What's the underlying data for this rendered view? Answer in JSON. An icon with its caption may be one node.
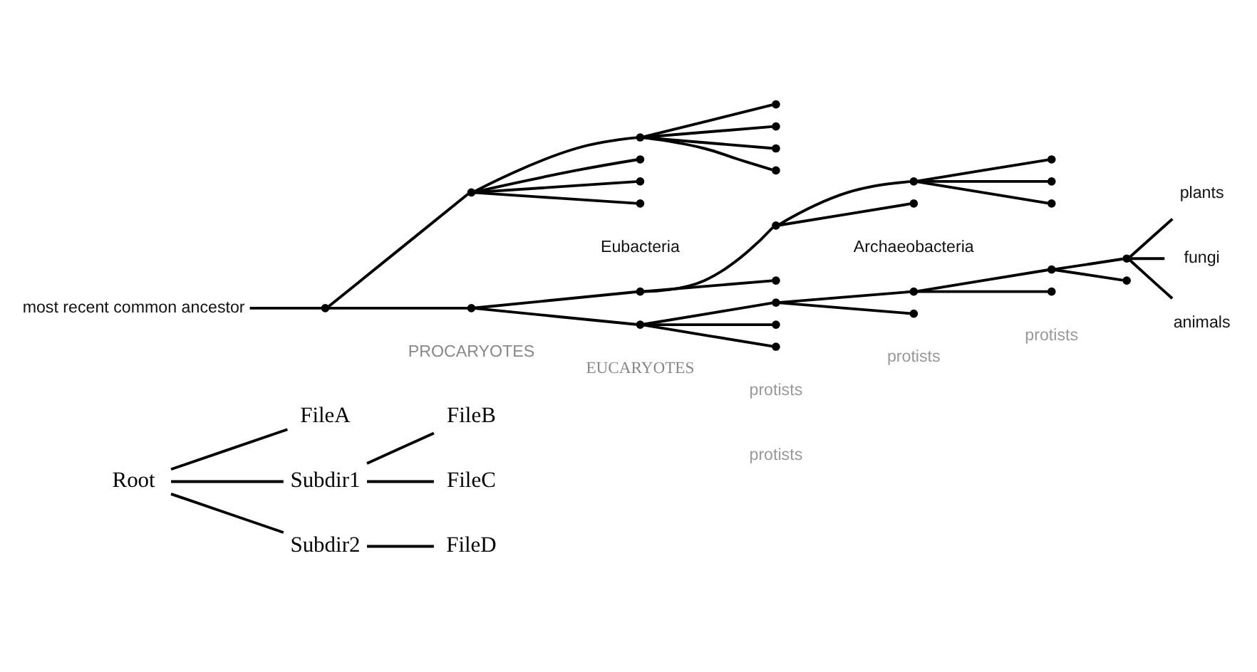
{
  "diagram": {
    "nodes": [
      {
        "text": [
          "Root"
        ]
      },
      {
        "text": [
          "FileA"
        ]
      },
      {
        "text": [
          "Subdir1"
        ]
      },
      {
        "text": [
          "FileB"
        ]
      },
      {
        "text": [
          "FileC"
        ]
      },
      {
        "text": [
          "Subdir2"
        ]
      },
      {
        "text": [
          "FileD"
        ]
      },
      {
        "text": [
          "plants"
        ]
      },
      {
        "text": [
          "fungi"
        ]
      },
      {
        "text": [
          "animals"
        ]
      },
      {
        "text": [
          "most recent common ancestor"
        ]
      },
      {
        "text": [],
        "shape": "point"
      },
      {
        "text": [],
        "shape": "point"
      },
      {
        "text": [],
        "shape": "point"
      },
      {
        "text": [],
        "shape": "point"
      },
      {
        "text": [],
        "shape": "point"
      },
      {
        "text": [],
        "shape": "point"
      },
      {
        "text": [],
        "shape": "point"
      },
      {
        "text": [],
        "shape": "point"
      },
      {
        "text": [],
        "shape": "point"
      },
      {
        "text": [],
        "shape": "point"
      },
      {
        "text": [],
        "shape": "point"
      },
      {
        "text": [],
        "shape": "point"
      },
      {
        "text": [],
        "shape": "point"
      },
      {
        "text": [],
        "shape": "point"
      },
      {
        "text": [],
        "shape": "point"
      },
      {
        "text": [],
        "shape": "point"
      },
      {
        "text": [],
        "shape": "point"
      },
      {
        "text": [],
        "shape": "point"
      },
      {
        "text": [],
        "shape": "point"
      },
      {
        "text": [],
        "shape": "point"
      },
      {
        "text": [],
        "shape": "point"
      },
      {
        "text": [],
        "shape": "point"
      },
      {
        "text": [],
        "shape": "point"
      },
      {
        "text": [],
        "shape": "point"
      },
      {
        "text": [],
        "shape": "point"
      },
      {
        "text": [],
        "shape": "point"
      },
      {
        "text": [],
        "shape": "point"
      },
      {
        "text": [],
        "shape": "point"
      },
      {
        "text": [],
        "shape": "point"
      }
    ],
    "edges": [
      {
        "from": 0,
        "to": 1,
        "arrow": "none"
      },
      {
        "from": 0,
        "to": 2,
        "arrow": "none"
      },
      {
        "from": 2,
        "to": 3,
        "arrow": "none"
      },
      {
        "from": 2,
        "to": 4,
        "arrow": "none"
      },
      {
        "from": 0,
        "to": 5,
        "arrow": "none"
      },
      {
        "from": 5,
        "to": 6,
        "arrow": "none"
      },
      {
        "from": 10,
        "to": 11,
        "arrow": "none"
      },
      {
        "from": 11,
        "to": 12,
        "arrow": "none"
      },
      {
        "from": 12,
        "to": 13,
        "arrow": "none"
      },
      {
        "from": 12,
        "to": 23,
        "arrow": "none"
      },
      {
        "from": 12,
        "to": 24,
        "arrow": "none"
      },
      {
        "from": 13,
        "to": 25,
        "arrow": "none"
      },
      {
        "from": 13,
        "to": 26,
        "arrow": "none"
      },
      {
        "from": 13,
        "to": 27,
        "arrow": "none"
      },
      {
        "from": 13,
        "to": 28,
        "arrow": "none"
      },
      {
        "from": 11,
        "to": 14,
        "arrow": "none"
      },
      {
        "from": 14,
        "to": 18,
        "arrow": "none"
      },
      {
        "from": 14,
        "to": 15,
        "arrow": "none"
      },
      {
        "from": 15,
        "to": 29,
        "arrow": "none"
      },
      {
        "from": 15,
        "to": 16,
        "arrow": "none"
      },
      {
        "from": 16,
        "to": 30,
        "arrow": "none"
      },
      {
        "from": 16,
        "to": 17,
        "arrow": "none"
      },
      {
        "from": 17,
        "to": 31,
        "arrow": "none"
      },
      {
        "from": 17,
        "to": 32,
        "arrow": "none"
      },
      {
        "from": 17,
        "to": 33,
        "arrow": "none"
      },
      {
        "from": 18,
        "to": 34,
        "arrow": "none"
      },
      {
        "from": 18,
        "to": 35,
        "arrow": "none"
      },
      {
        "from": 18,
        "to": 19,
        "arrow": "none"
      },
      {
        "from": 19,
        "to": 36,
        "arrow": "none"
      },
      {
        "from": 19,
        "to": 20,
        "arrow": "none"
      },
      {
        "from": 20,
        "to": 37,
        "arrow": "none"
      },
      {
        "from": 20,
        "to": 21,
        "arrow": "none"
      },
      {
        "from": 21,
        "to": 38,
        "arrow": "none"
      },
      {
        "from": 21,
        "to": 22,
        "arrow": "none"
      },
      {
        "from": 22,
        "to": 7,
        "arrow": "none"
      },
      {
        "from": 22,
        "to": 8,
        "arrow": "none"
      },
      {
        "from": 22,
        "to": 9,
        "arrow": "none"
      },
      {
        "from": 12,
        "to": 39,
        "arrow": "none"
      }
    ],
    "labels": [
      "protists",
      "protists",
      "protists",
      "protists",
      "EUCARYOTES",
      "PROCARYOTES",
      "Archaeobacteria",
      "Eubacteria"
    ]
  }
}
